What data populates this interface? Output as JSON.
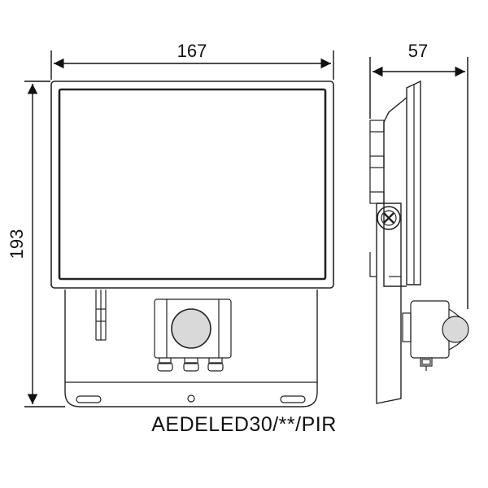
{
  "dimensions": {
    "width": "167",
    "height": "193",
    "depth": "57"
  },
  "caption": "AEDELED30/**/PIR",
  "colors": {
    "stroke": "#222222",
    "fill": "#ffffff",
    "shade": "#d9d9d9"
  }
}
